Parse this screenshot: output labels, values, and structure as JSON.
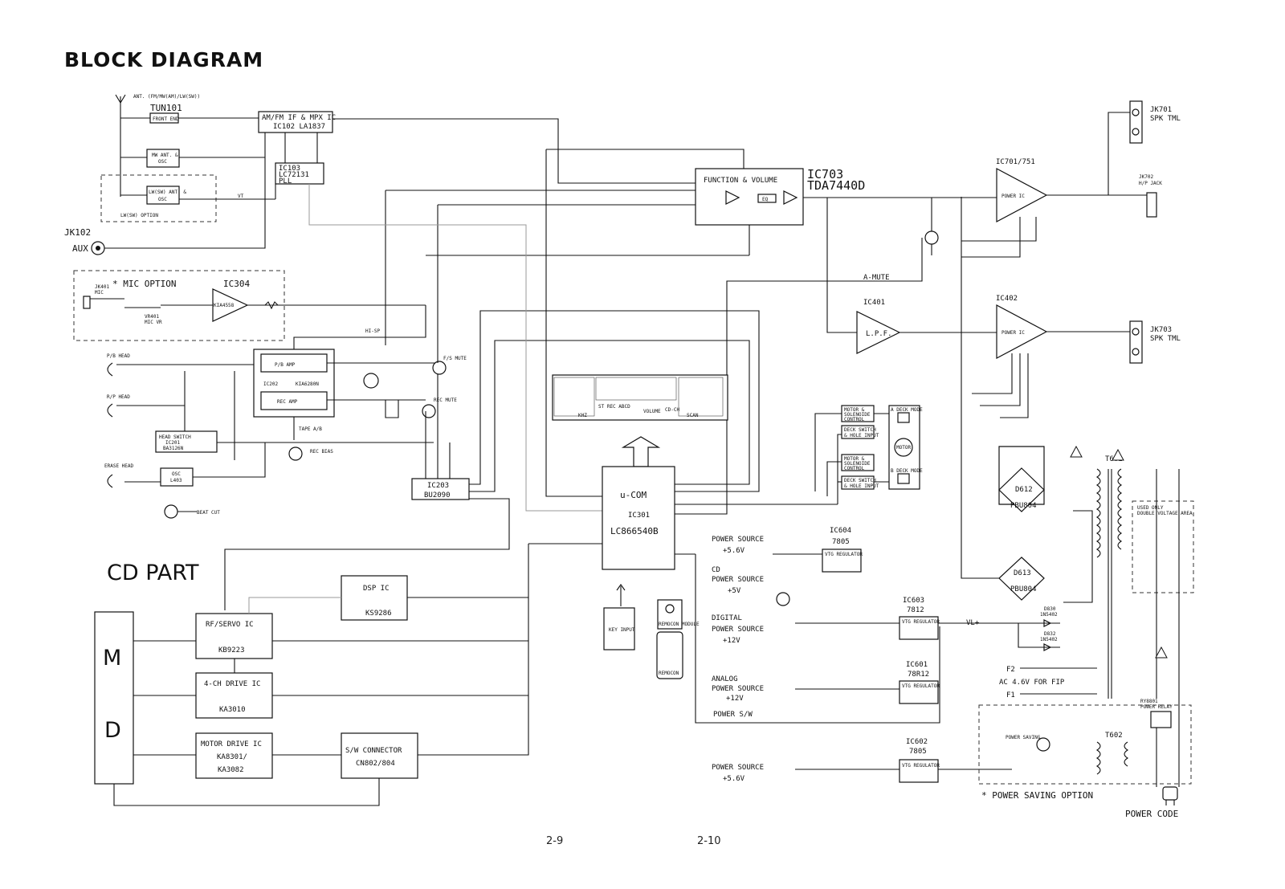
{
  "title": "BLOCK DIAGRAM",
  "pages": {
    "left": "2-9",
    "right": "2-10"
  },
  "tuner": {
    "ant": "ANT. (FM/MW(AM)/LW(SW))",
    "tun_id": "TUN101",
    "front_end": "FRONT END",
    "if_ic": "AM/FM IF & MPX IC",
    "if_part": "IC102 LA1837",
    "pll_id": "IC103",
    "pll_part": "LC72131",
    "pll_name": "PLL",
    "mw_osc_1": "MW ANT. &",
    "mw_osc_2": "OSC",
    "lw_osc_1": "LW(SW) ANT. &",
    "lw_osc_2": "OSC",
    "lw_option": "LW(SW) OPTION",
    "vt": "VT"
  },
  "aux": {
    "id": "JK102",
    "label": "AUX"
  },
  "mic": {
    "option": "* MIC OPTION",
    "ic": "IC304",
    "amp": "KIA4558",
    "jack_1": "JK401",
    "jack_2": "MIC",
    "vr_1": "VR401",
    "vr_2": "MIC VR"
  },
  "tape": {
    "pb_head": "P/B HEAD",
    "rp_head": "R/P HEAD",
    "erase_head": "ERASE HEAD",
    "pb_amp": "P/B AMP",
    "rec_amp": "REC AMP",
    "ic202": "IC202",
    "ic202_part": "KIA6280N",
    "hi_sp": "HI-SP",
    "fs_mute": "F/S MUTE",
    "rec_mute": "REC MUTE",
    "tape_ab": "TAPE A/B",
    "rec_bias": "REC BIAS",
    "head_switch": "HEAD SWITCH",
    "ic201": "IC201",
    "ic201_part": "BA3126N",
    "osc_1": "OSC",
    "osc_2": "L403",
    "beat_cut": "BEAT CUT",
    "ic203": "IC203",
    "ic203_part": "BU2090"
  },
  "audio": {
    "func_vol": "FUNCTION & VOLUME",
    "ic703": "IC703",
    "ic703_part": "TDA7440D",
    "eq": "EQ",
    "ic701": "IC701/751",
    "power_ic": "POWER IC",
    "jk701": "JK701",
    "spk_tml": "SPK TML",
    "jk702": "JK702",
    "hp_jack": "H/P JACK",
    "jk703": "JK703",
    "ic401": "IC401",
    "lpf": "L.P.F.",
    "ic402": "IC402",
    "a_mute": "A-MUTE"
  },
  "display": {
    "vol": "VOLUME",
    "cd_ch": "CD-CH",
    "khz": "KHZ",
    "lines": "ST REC ABCD",
    "scan": "SCAN"
  },
  "ucom": {
    "line1": "u-COM",
    "line2": "IC301",
    "line3": "LC866540B"
  },
  "inputs": {
    "key_input": "KEY INPUT",
    "remocon_module": "REMOCON MODULE",
    "remocon": "REMOCON"
  },
  "deck": {
    "motor_sol_1": "MOTOR &",
    "motor_sol_2": "SOLENOIDE",
    "motor_sol_3": "CONTROL",
    "deck_sw_1": "DECK SWITCH",
    "deck_sw_2": "& HOLE INPUT",
    "a_deck": "A DECK MODE",
    "b_deck": "B DECK MODE",
    "motor": "MOTOR"
  },
  "cd": {
    "part": "CD PART",
    "dsp": "DSP IC",
    "dsp_part": "KS9286",
    "rf": "RF/SERVO IC",
    "rf_part": "KB9223",
    "drive": "4-CH DRIVE IC",
    "drive_part": "KA3010",
    "motor_drive": "MOTOR DRIVE IC",
    "motor_drive_part_1": "KA8301/",
    "motor_drive_part_2": "KA3082",
    "sw_conn": "S/W CONNECTOR",
    "sw_conn_part": "CN802/804",
    "mech_m": "M",
    "mech_d": "D"
  },
  "power": {
    "ps1_1": "POWER SOURCE",
    "ps1_2": "+5.6V",
    "ic604": "IC604",
    "ic604_part": "7805",
    "vtg_reg": "VTG REGULATOR",
    "cd_ps_1": "CD",
    "cd_ps_2": "POWER SOURCE",
    "cd_ps_3": "+5V",
    "dig_1": "DIGITAL",
    "dig_2": "POWER SOURCE",
    "dig_3": "+12V",
    "ic603": "IC603",
    "ic603_part": "7812",
    "vl": "VL+",
    "ana_1": "ANALOG",
    "ana_2": "POWER SOURCE",
    "ana_3": "+12V",
    "ic601": "IC601",
    "ic601_part": "78R12",
    "power_sw": "POWER S/W",
    "ps2_1": "POWER SOURCE",
    "ps2_2": "+5.6V",
    "ic602": "IC602",
    "ic602_part": "7805",
    "t601": "T601",
    "t602": "T602",
    "d612": "D612",
    "d613": "D613",
    "pbu": "PBU804",
    "d830": "D830",
    "d832": "D832",
    "diode": "1N5402",
    "f2": "F2",
    "f1": "F1",
    "ac": "AC 4.6V FOR FIP",
    "used_1": "USED ONLY",
    "used_2": "DOUBLE VOLTAGE AREA",
    "relay_1": "RY8801",
    "relay_2": "POWER RELAY",
    "saving_label": "POWER SAVING",
    "saving_option": "* POWER SAVING OPTION",
    "power_code": "POWER CODE"
  }
}
